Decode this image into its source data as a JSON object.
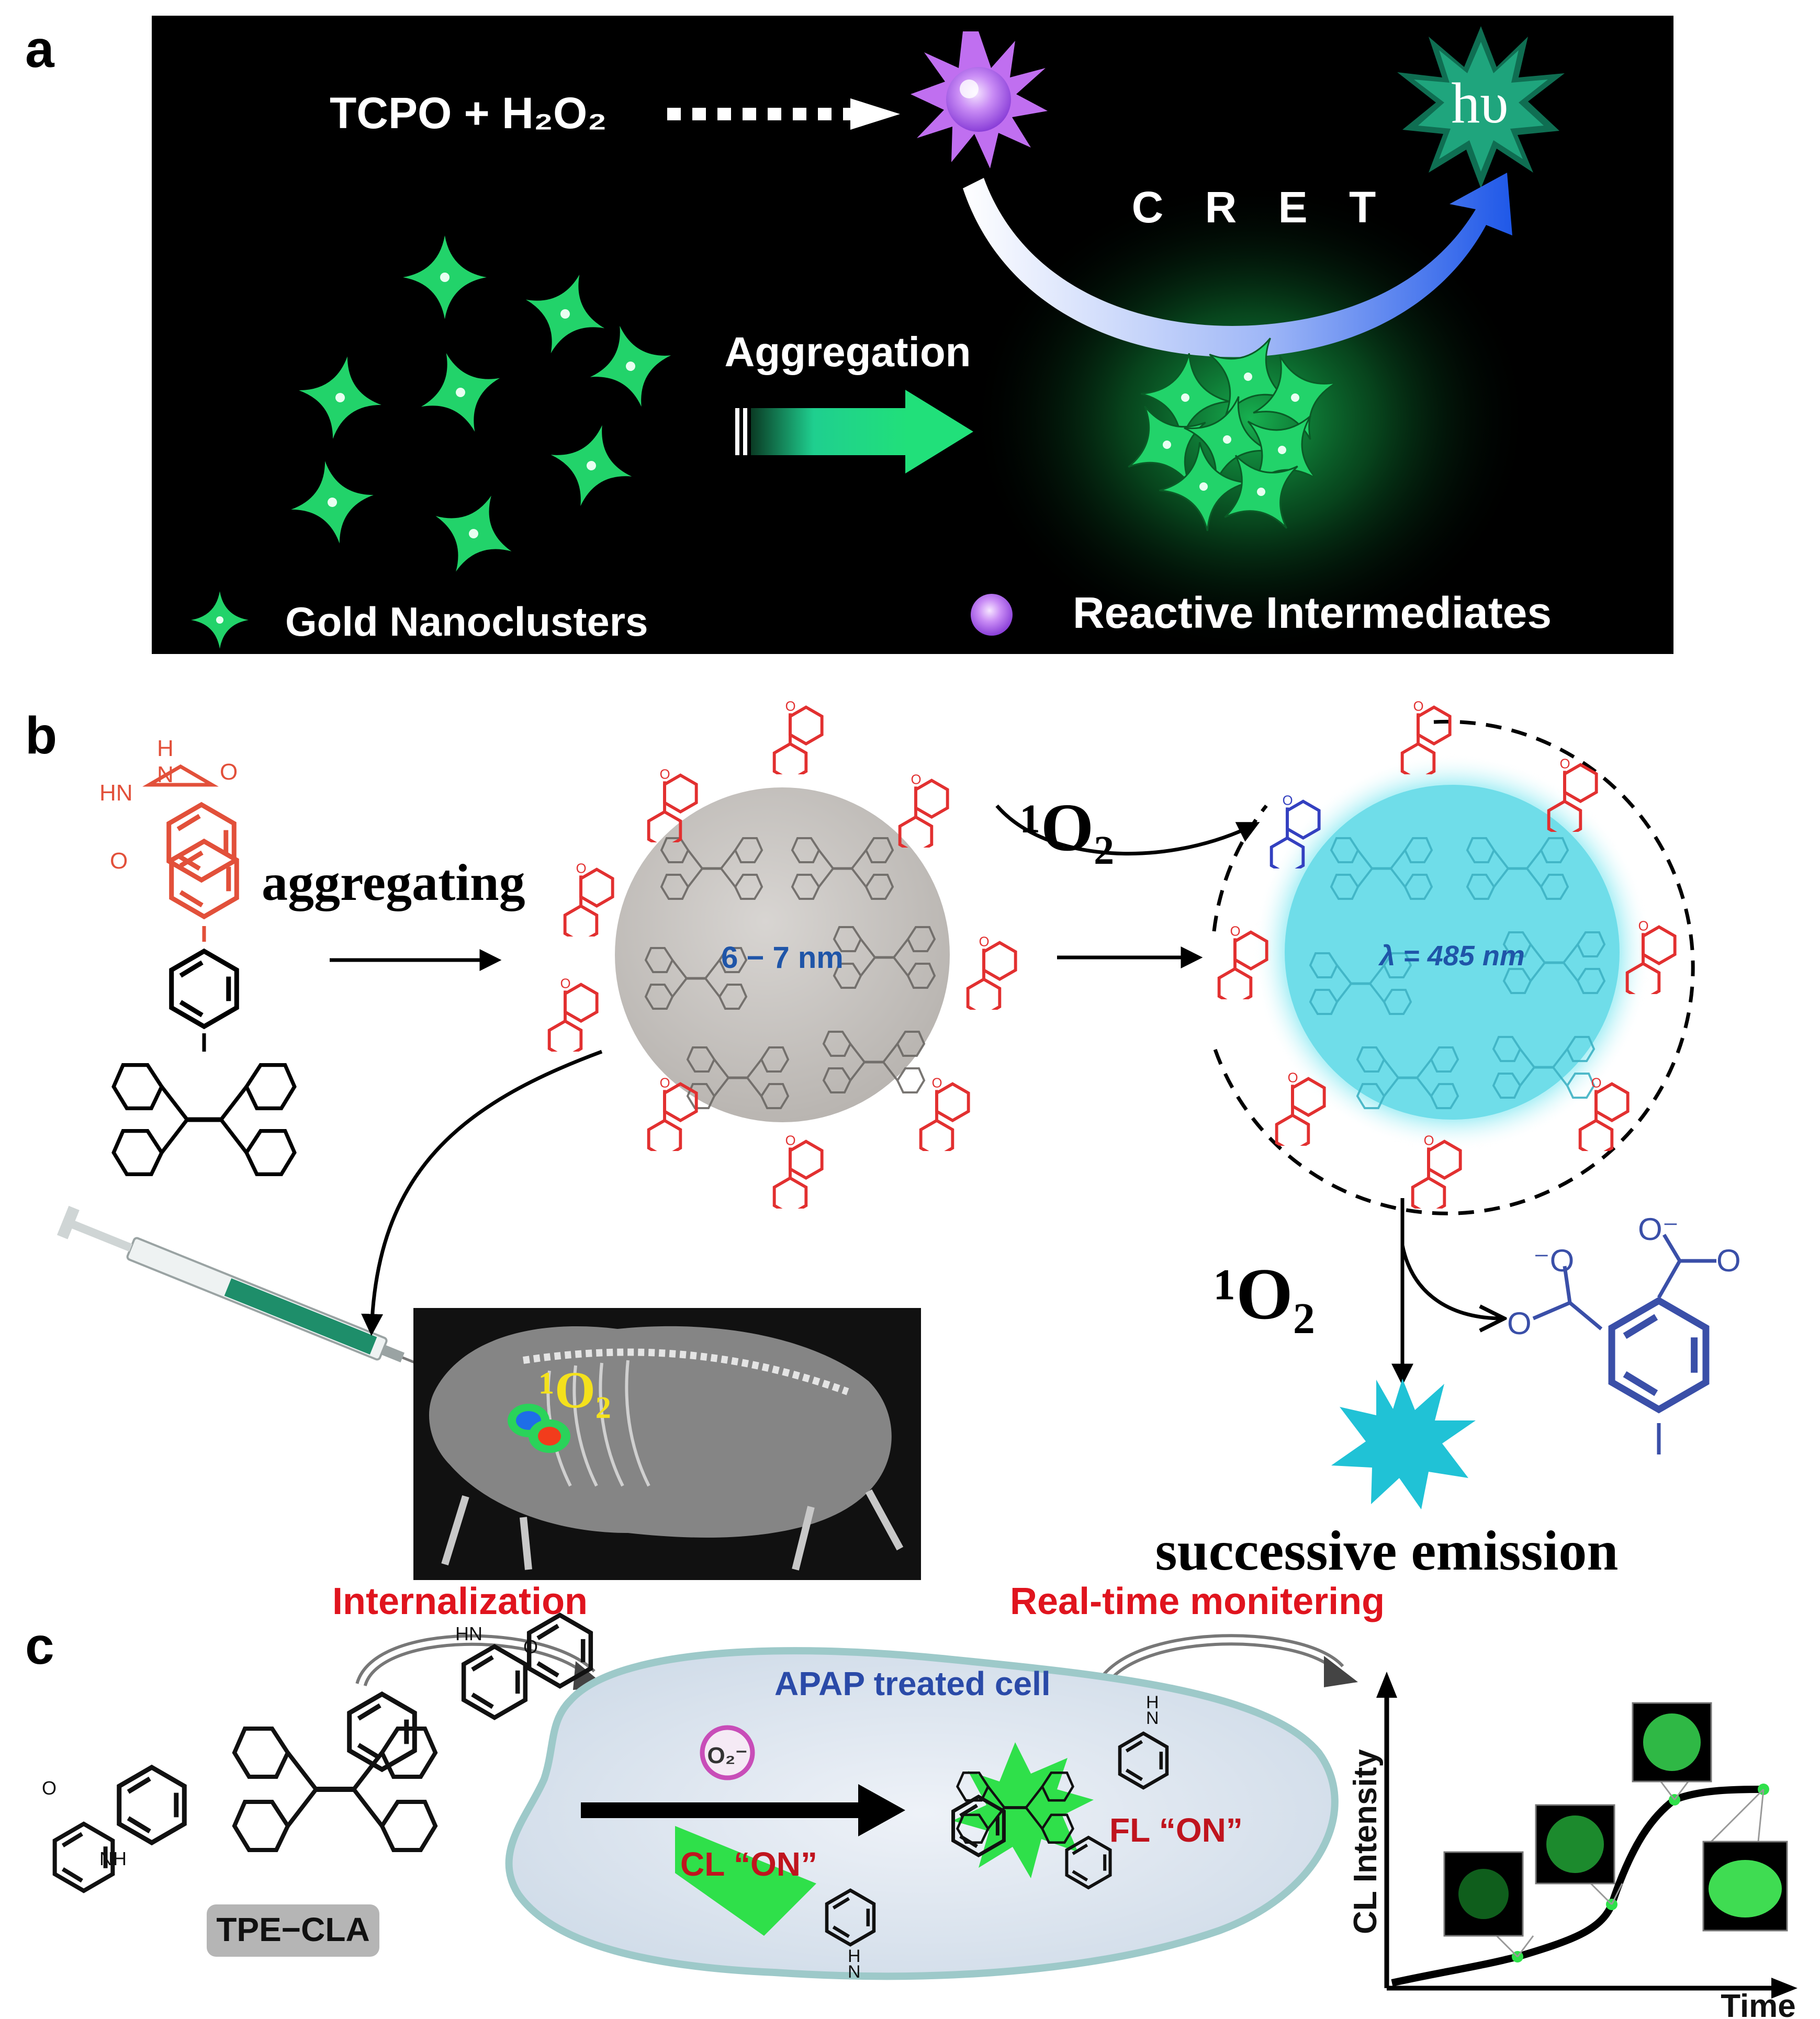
{
  "panel_labels": {
    "a": "a",
    "b": "b",
    "c": "c"
  },
  "panel_a": {
    "reactant": "TCPO + H₂O₂",
    "cret": "C R E T",
    "emission": "hυ",
    "aggregation": "Aggregation",
    "legend_nanoclusters": "Gold Nanoclusters",
    "legend_intermediates": "Reactive Intermediates"
  },
  "panel_b": {
    "aggregating": "aggregating",
    "size": "6 − 7 nm",
    "wavelength": "λ = 485 nm",
    "singlet_oxygen_top": "¹O₂",
    "singlet_oxygen_right": "¹O₂",
    "singlet_oxygen_mouse": "¹O₂",
    "successive": "successive emission"
  },
  "panel_c": {
    "internalization": "Internalization",
    "realtime": "Real-time monitering",
    "cell_label": "APAP treated cell",
    "superoxide": "O₂⁻",
    "cl_on": "CL “ON”",
    "fl_on": "FL “ON”",
    "probe_name": "TPE−CLA",
    "y_axis": "CL Intensity",
    "x_axis": "Time"
  },
  "colors": {
    "panel_a_bg": "#000000",
    "nanocluster_green": "#22d36a",
    "intermediate_purple": "#c98cf5",
    "cret_blue": "#2f6df0",
    "cyan_particle": "#6fdde9",
    "gray_particle": "#c9c6c3",
    "red_molecule": "#e23030",
    "blue_product": "#3a4fa8",
    "cell_fill": "#dfe6f2",
    "label_red": "#e0141e"
  }
}
